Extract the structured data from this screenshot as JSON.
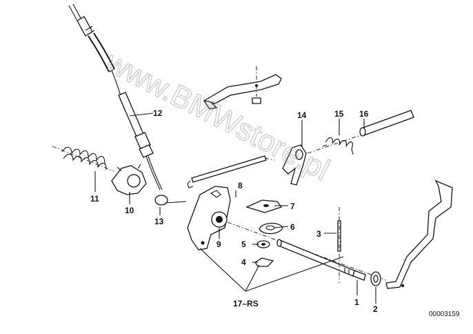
{
  "diagram": {
    "labels": [
      {
        "id": "1",
        "text": "1"
      },
      {
        "id": "2",
        "text": "2"
      },
      {
        "id": "3",
        "text": "3"
      },
      {
        "id": "4",
        "text": "4"
      },
      {
        "id": "5",
        "text": "5"
      },
      {
        "id": "6",
        "text": "6"
      },
      {
        "id": "7",
        "text": "7"
      },
      {
        "id": "8",
        "text": "8"
      },
      {
        "id": "9",
        "text": "9"
      },
      {
        "id": "10",
        "text": "10"
      },
      {
        "id": "11",
        "text": "11"
      },
      {
        "id": "12",
        "text": "12"
      },
      {
        "id": "13",
        "text": "13"
      },
      {
        "id": "14",
        "text": "14"
      },
      {
        "id": "15",
        "text": "15"
      },
      {
        "id": "16",
        "text": "16"
      },
      {
        "id": "17",
        "text": "17–RS"
      }
    ],
    "reference_number": "00003159",
    "watermark": "www.BMWstore.pl",
    "colors": {
      "line": "#111111",
      "background": "#ffffff",
      "watermark": "#9a9a9a"
    }
  }
}
